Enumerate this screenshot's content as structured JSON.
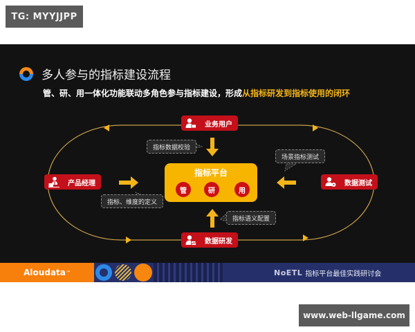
{
  "watermarks": {
    "top": "TG: MYYJJPP",
    "bottom": "www.web-llgame.com"
  },
  "slide": {
    "title": "多人参与的指标建设流程",
    "subtitle_prefix": "管、研、用一体化功能联动多角色参与指标建设，形成",
    "subtitle_highlight": "从指标研发到指标使用的闭环",
    "colors": {
      "background": "#121212",
      "role_red": "#c4101a",
      "platform_yellow": "#f7b500",
      "arrow_yellow": "#f3b419",
      "loop_line": "#c9a04a",
      "highlight_text": "#f3b419"
    }
  },
  "diagram": {
    "roles": {
      "top": {
        "label": "业务用户",
        "icon": "user-chat-icon"
      },
      "left": {
        "label": "产品经理",
        "icon": "manager-laptop-icon"
      },
      "right": {
        "label": "数据测试",
        "icon": "user-gear-icon"
      },
      "bottom": {
        "label": "数据研发",
        "icon": "user-chart-icon"
      }
    },
    "platform": {
      "title": "指标平台",
      "pills": [
        "管",
        "研",
        "用"
      ]
    },
    "callouts": {
      "top": "指标数据校验",
      "left": "指标、维度的定义",
      "right": "场景指标测试",
      "bottom": "指标语义配置"
    }
  },
  "footer": {
    "brand": "Aloudata",
    "brand_mark": "™",
    "event_logo": "NoETL",
    "event_title": "指标平台最佳实践研讨会"
  }
}
